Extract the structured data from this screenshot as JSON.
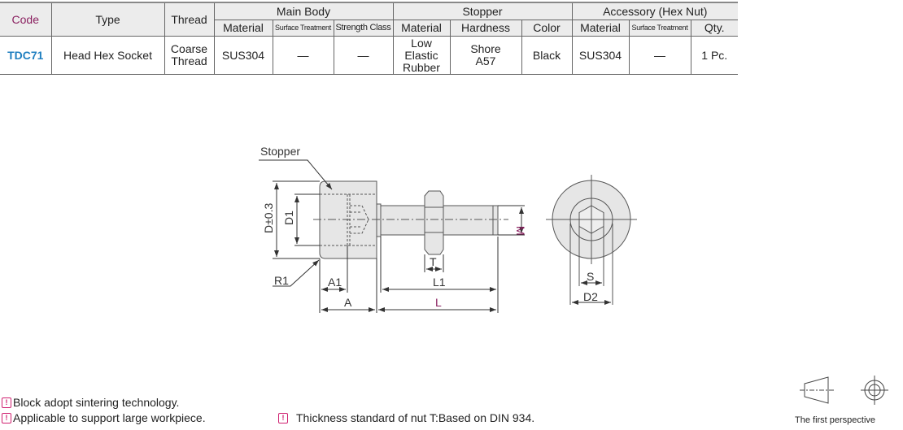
{
  "table": {
    "headers": {
      "code": "Code",
      "type": "Type",
      "thread": "Thread",
      "main_body": "Main Body",
      "stopper": "Stopper",
      "accessory": "Accessory (Hex Nut)"
    },
    "subheaders": [
      "Material",
      "Surface Treatment",
      "Strength Class",
      "Material",
      "Hardness",
      "Color",
      "Material",
      "Surface Treatment",
      "Qty."
    ],
    "row": {
      "code": "TDC71",
      "type": "Head Hex Socket",
      "thread": "Coarse Thread",
      "mb_material": "SUS304",
      "mb_surface": "—",
      "mb_strength": "—",
      "st_material": "Low Elastic Rubber",
      "st_hardness": "Shore A57",
      "st_color": "Black",
      "acc_material": "SUS304",
      "acc_surface": "—",
      "acc_qty": "1 Pc."
    }
  },
  "drawing": {
    "stopper": "Stopper",
    "d": "D±0.3",
    "d1": "D1",
    "m": "M",
    "t": "T",
    "l1": "L1",
    "l": "L",
    "a": "A",
    "a1": "A1",
    "r1": "R1",
    "s": "S",
    "d2": "D2"
  },
  "notes": [
    "Block adopt sintering technology.",
    "Applicable to support large workpiece.",
    "Thickness standard of nut T:Based on DIN 934."
  ],
  "perspective": "The first perspective",
  "colors": {
    "code_blue": "#1f7fc0",
    "accent_purple": "#8a2060",
    "warn": "#d02070"
  }
}
